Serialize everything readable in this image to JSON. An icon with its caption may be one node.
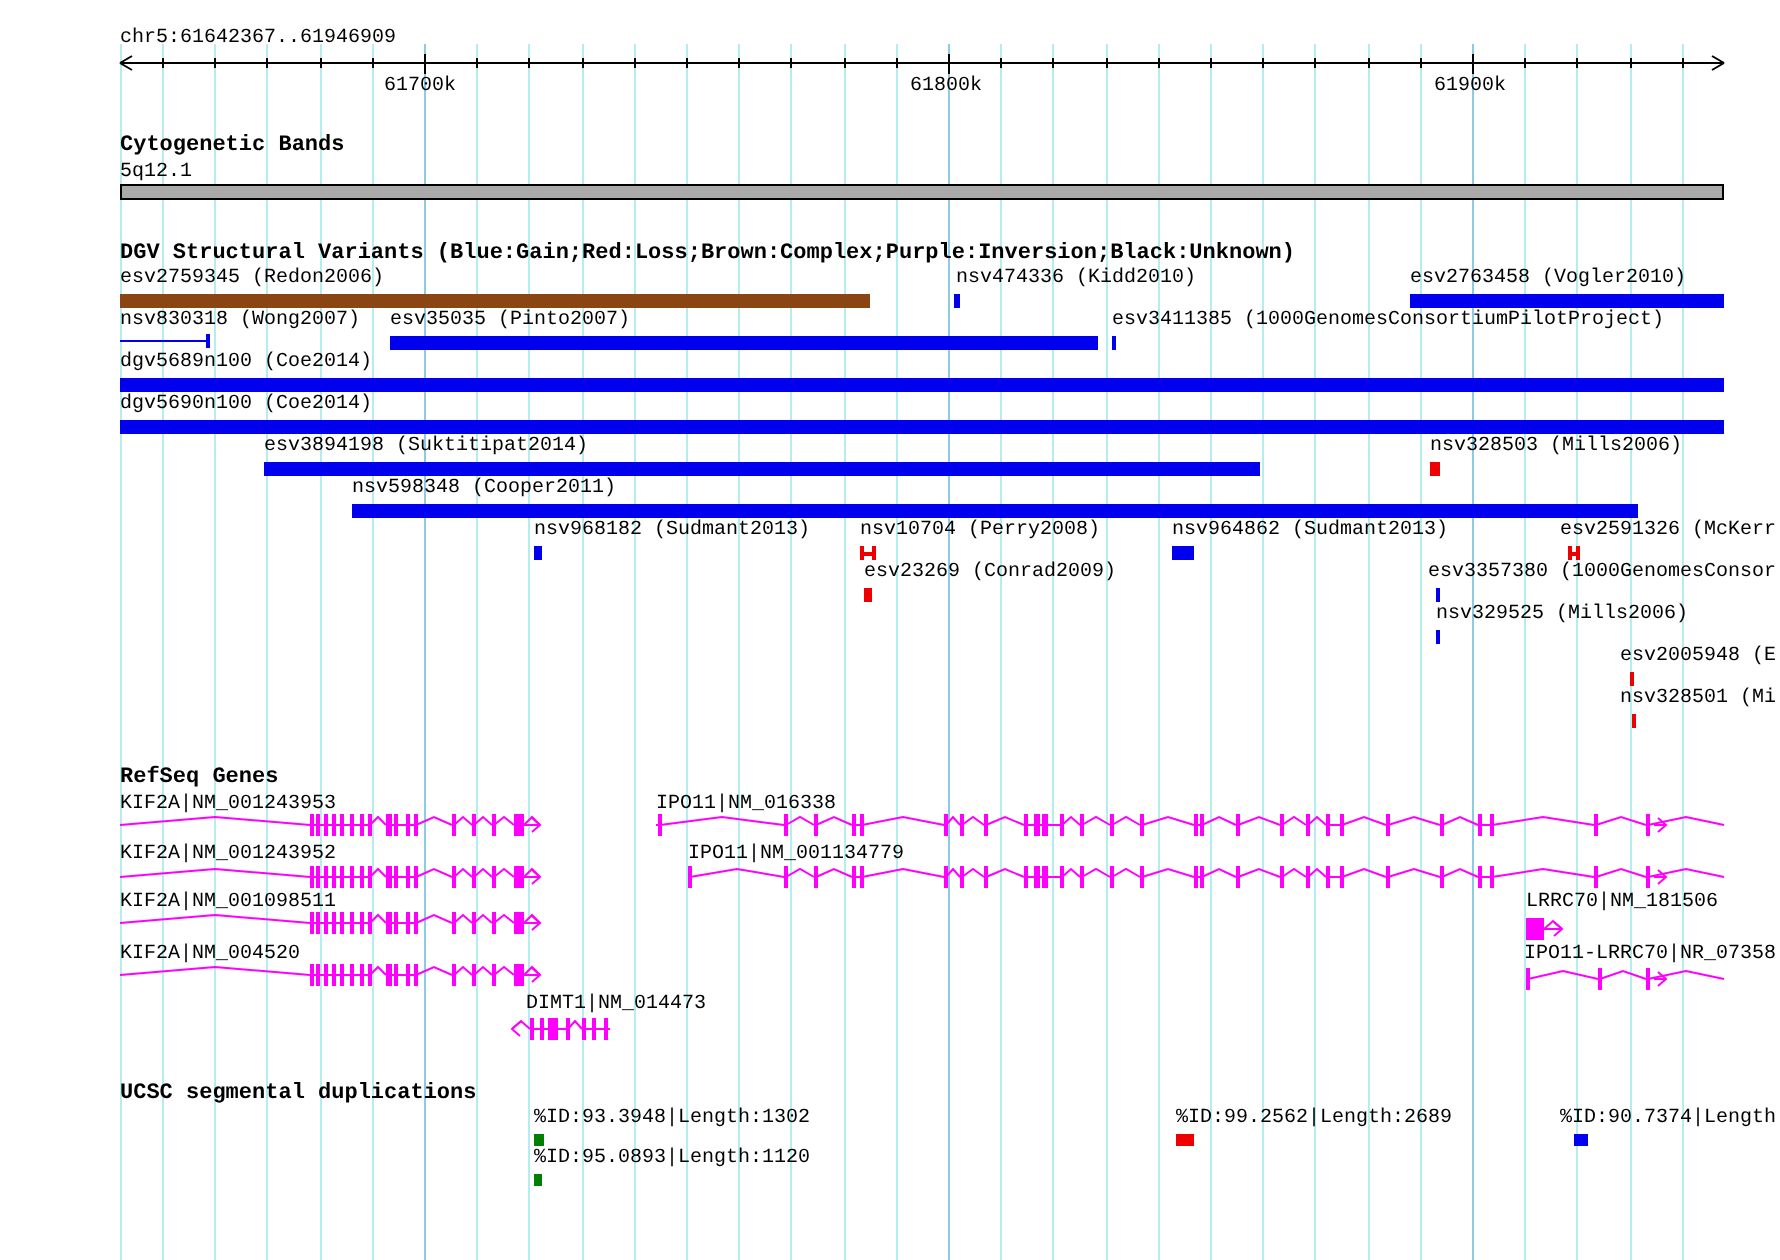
{
  "diagram": {
    "labels": [
      "chr5:61642367..61946909",
      "61700k",
      "61800k",
      "61900k",
      "Cytogenetic Bands",
      "5q12.1",
      "DGV Structural Variants (Blue:Gain;Red:Loss;Brown:Complex;Purple:Inversion;Black:Unknown)",
      "esv2759345 (Redon2006)",
      "nsv474336 (Kidd2010)",
      "esv2763458 (Vogler2010)",
      "nsv830318 (Wong2007)",
      "esv35035 (Pinto2007)",
      "esv3411385 (1000GenomesConsortiumPilotProject)",
      "dgv5689n100 (Coe2014)",
      "dgv5690n100 (Coe2014)",
      "esv3894198 (Suktitipat2014)",
      "nsv328503 (Mills2006)",
      "nsv598348 (Cooper2011)",
      "nsv968182 (Sudmant2013)",
      "nsv10704 (Perry2008)",
      "nsv964862 (Sudmant2013)",
      "esv2591326 (McKerr",
      "esv23269 (Conrad2009)",
      "esv3357380 (1000GenomesConsor",
      "nsv329525 (Mills2006)",
      "esv2005948 (E",
      "nsv328501 (Mi",
      "RefSeq Genes",
      "KIF2A|NM_001243953",
      "IPO11|NM_016338",
      "KIF2A|NM_001243952",
      "IPO11|NM_001134779",
      "KIF2A|NM_001098511",
      "LRRC70|NM_181506",
      "KIF2A|NM_004520",
      "IPO11-LRRC70|NR_07358",
      "DIMT1|NM_014473",
      "UCSC segmental duplications",
      "%ID:93.3948|Length:1302",
      "%ID:99.2562|Length:2689",
      "%ID:90.7374|Length",
      "%ID:95.0893|Length:1120"
    ]
  }
}
